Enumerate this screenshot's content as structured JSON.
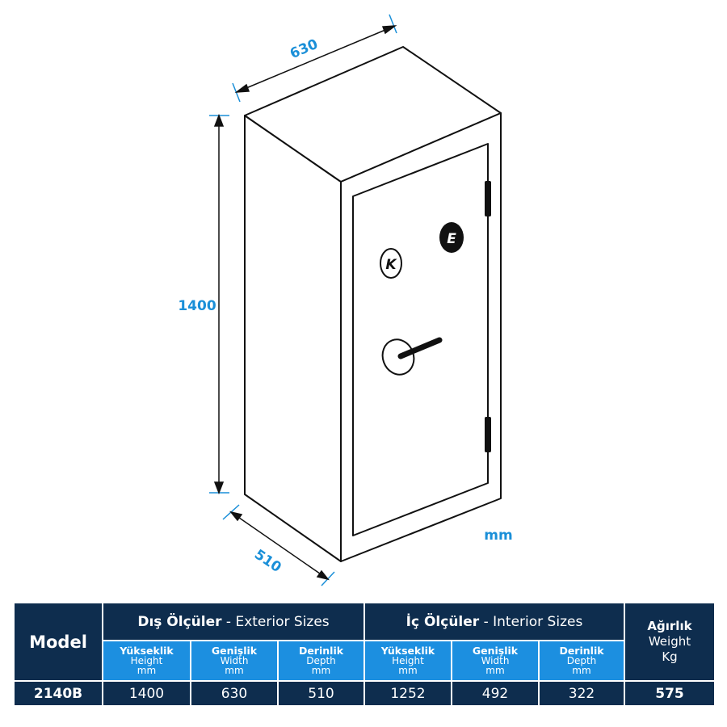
{
  "dimensions": {
    "width": "630",
    "height": "1400",
    "depth": "510",
    "unit": "mm"
  },
  "door": {
    "lock_k_label": "K",
    "lock_e_label": "E"
  },
  "table": {
    "model_header": "Model",
    "exterior": {
      "title_tr": "Dış Ölçüler",
      "title_sep": " - ",
      "title_en": "Exterior Sizes"
    },
    "interior": {
      "title_tr": "İç Ölçüler",
      "title_sep": " - ",
      "title_en": "Interior Sizes"
    },
    "weight": {
      "title_tr": "Ağırlık",
      "title_en": "Weight",
      "unit": "Kg"
    },
    "sub_headers": [
      {
        "tr": "Yükseklik",
        "en": "Height",
        "unit": "mm"
      },
      {
        "tr": "Genişlik",
        "en": "Width",
        "unit": "mm"
      },
      {
        "tr": "Derinlik",
        "en": "Depth",
        "unit": "mm"
      },
      {
        "tr": "Yükseklik",
        "en": "Height",
        "unit": "mm"
      },
      {
        "tr": "Genişlik",
        "en": "Width",
        "unit": "mm"
      },
      {
        "tr": "Derinlik",
        "en": "Depth",
        "unit": "mm"
      }
    ],
    "row": {
      "model": "2140B",
      "values": [
        "1400",
        "630",
        "510",
        "1252",
        "492",
        "322"
      ],
      "weight": "575"
    }
  },
  "colors": {
    "navy": "#0e2d4e",
    "blue": "#1c8fe0",
    "dimension": "#1a8fd8"
  }
}
